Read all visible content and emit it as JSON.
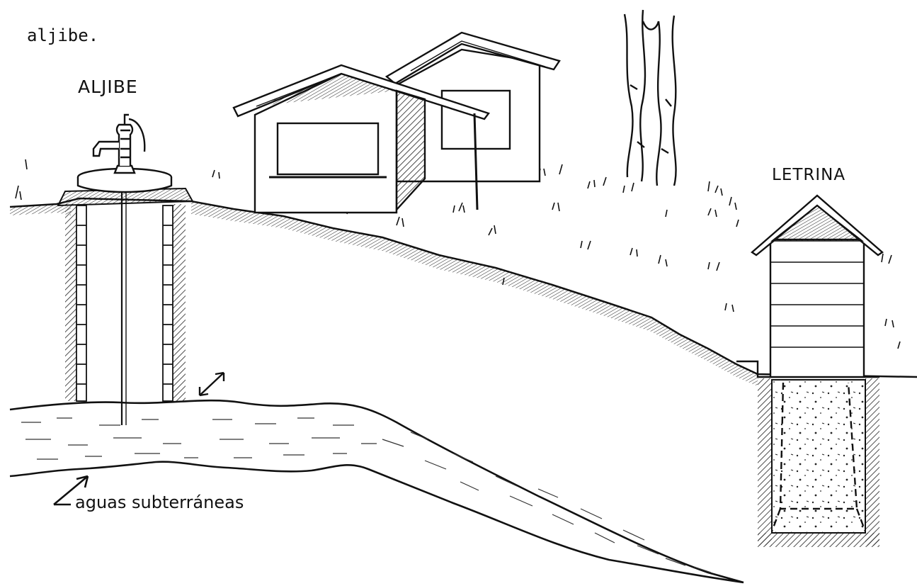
{
  "caption": "aljibe.",
  "labels": {
    "aljibe": "ALJIBE",
    "letrina": "LETRINA",
    "groundwater": "aguas subterráneas"
  },
  "colors": {
    "ink": "#111111",
    "paper": "#ffffff",
    "hatch": "#222222"
  }
}
